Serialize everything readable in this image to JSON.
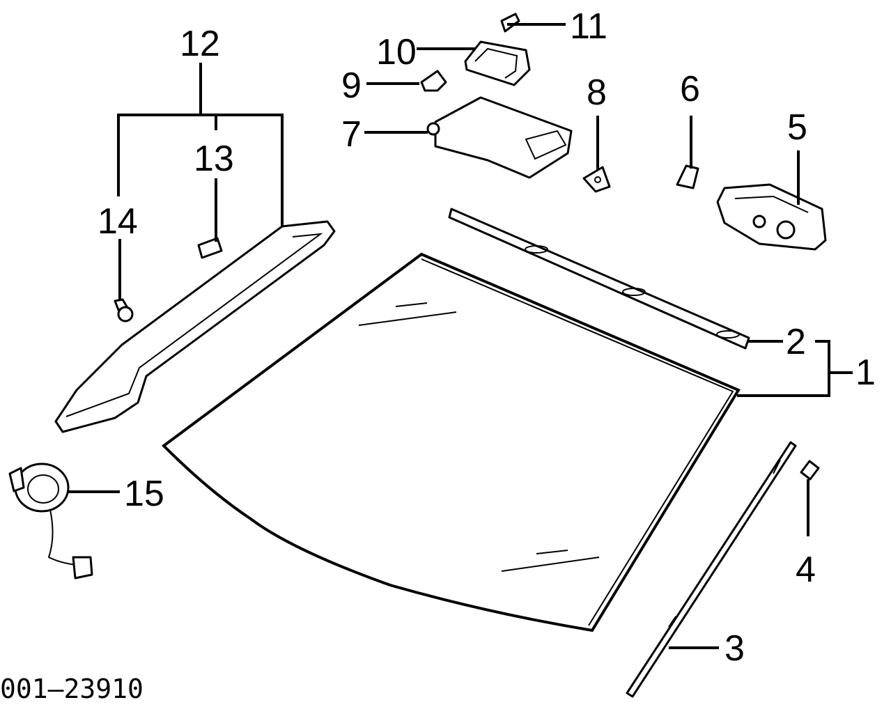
{
  "figure_id": "001–23910",
  "callouts": [
    {
      "id": "c1",
      "label": "1"
    },
    {
      "id": "c2",
      "label": "2"
    },
    {
      "id": "c3",
      "label": "3"
    },
    {
      "id": "c4",
      "label": "4"
    },
    {
      "id": "c5",
      "label": "5"
    },
    {
      "id": "c6",
      "label": "6"
    },
    {
      "id": "c7",
      "label": "7"
    },
    {
      "id": "c8",
      "label": "8"
    },
    {
      "id": "c9",
      "label": "9"
    },
    {
      "id": "c10",
      "label": "10"
    },
    {
      "id": "c11",
      "label": "11"
    },
    {
      "id": "c12",
      "label": "12"
    },
    {
      "id": "c13",
      "label": "13"
    },
    {
      "id": "c14",
      "label": "14"
    },
    {
      "id": "c15",
      "label": "15"
    }
  ],
  "colors": {
    "line": "#000000",
    "fill": "#ffffff",
    "shade": "#dedede"
  }
}
